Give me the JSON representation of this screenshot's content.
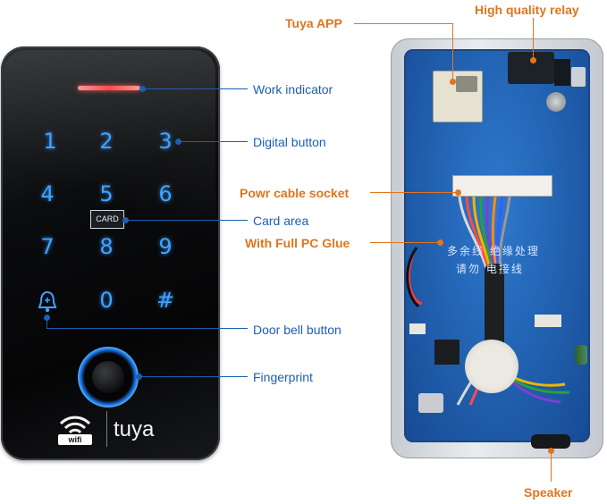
{
  "keypad": {
    "keys": [
      "1",
      "2",
      "3",
      "4",
      "5",
      "6",
      "7",
      "8",
      "9",
      "0",
      "#"
    ],
    "card_label": "CARD",
    "wifi_label": "wifi",
    "brand": "tuya"
  },
  "labels": {
    "work_indicator": "Work indicator",
    "digital_button": "Digital button",
    "card_area": "Card area",
    "door_bell_button": "Door bell button",
    "fingerprint": "Fingerprint",
    "tuya_app": "Tuya APP",
    "high_quality_relay": "High quality relay",
    "power_cable_socket": "Powr cable socket",
    "full_pc_glue": "With Full PC Glue",
    "speaker": "Speaker"
  },
  "pcb_text": {
    "line1": "多余线 绝缘处理",
    "line2": "请勿   电接线"
  },
  "colors": {
    "blue_label": "#1b5fb4",
    "orange_label": "#e0751c",
    "keypad_glow": "#3fa3ff"
  }
}
